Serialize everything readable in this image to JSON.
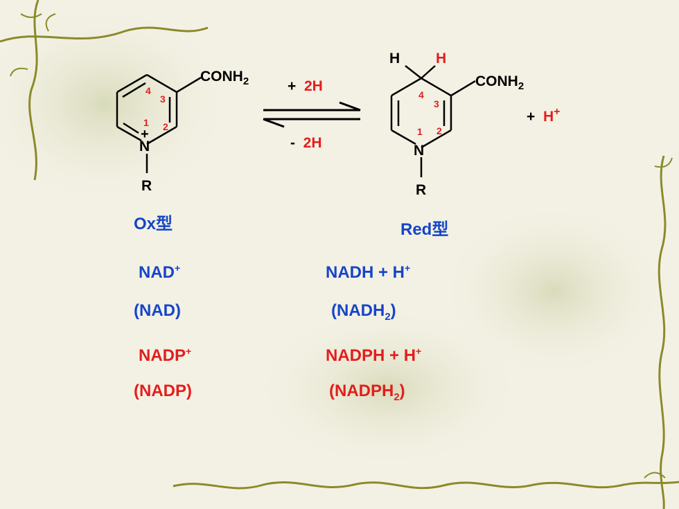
{
  "molecule_ox": {
    "substituent": "CONH2",
    "ring_atom_n": "N",
    "charge": "+",
    "r_group": "R",
    "positions": [
      "1",
      "2",
      "3",
      "4"
    ]
  },
  "molecule_red": {
    "h_left": "H",
    "h_right": "H",
    "substituent": "CONH2",
    "ring_atom_n": "N",
    "r_group": "R",
    "positions": [
      "1",
      "2",
      "3",
      "4"
    ]
  },
  "reaction": {
    "forward_sign": "+",
    "forward_value": "2H",
    "reverse_sign": "-",
    "reverse_value": "2H",
    "product_plus": "+",
    "product_h": "H",
    "product_h_charge": "+"
  },
  "labels": {
    "ox_form": "Ox型",
    "red_form": "Red型",
    "nad_plus": "NAD",
    "nad_plus_sup": "+",
    "nad_alt": "(NAD)",
    "nadh": "NADH + H",
    "nadh_sup": "+",
    "nadh2_pre": "(NADH",
    "nadh2_sub": "2",
    "nadh2_post": ")",
    "nadp_plus": "NADP",
    "nadp_plus_sup": "+",
    "nadp_alt": "(NADP)",
    "nadph": "NADPH + H",
    "nadph_sup": "+",
    "nadph2_pre": "(NADPH",
    "nadph2_sub": "2",
    "nadph2_post": ")"
  },
  "colors": {
    "blue_text": "#1545c8",
    "red_text": "#e31d1d",
    "black_text": "#000000",
    "background": "#f3f1e4",
    "vine": "#8a8a2a"
  }
}
